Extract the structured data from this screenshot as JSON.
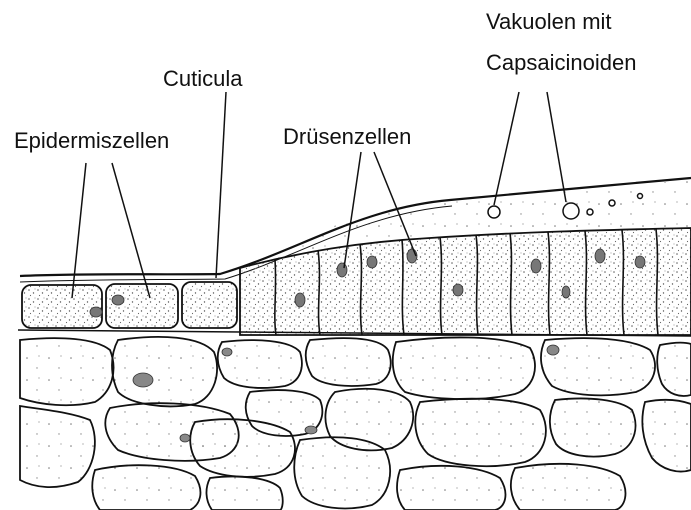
{
  "labels": {
    "vakuolen_line1": "Vakuolen mit",
    "vakuolen_line2": "Capsaicinoiden",
    "cuticula": "Cuticula",
    "epidermiszellen": "Epidermiszellen",
    "druesenzellen": "Drüsenzellen"
  },
  "colors": {
    "ink": "#111111",
    "background": "#ffffff",
    "stipple": "#555555"
  }
}
